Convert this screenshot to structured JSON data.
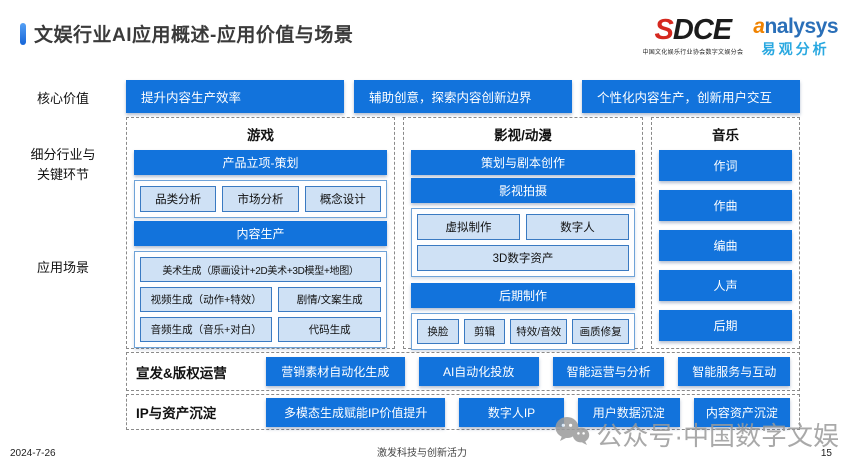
{
  "slide": {
    "title": "文娱行业AI应用概述-应用价值与场景",
    "logos": {
      "sdce": {
        "s": "S",
        "dce": "DCE",
        "subtitle": "中国文化娱乐行业协会数字文娱分会"
      },
      "analysys": {
        "a": "a",
        "rest": "nalysys",
        "subtitle": "易观分析"
      }
    }
  },
  "labels": {
    "core_value": "核心价值",
    "industry_line1": "细分行业与",
    "industry_line2": "关键环节",
    "scenario": "应用场景"
  },
  "core_row": [
    "提升内容生产效率",
    "辅助创意，探索内容创新边界",
    "个性化内容生产，创新用户交互"
  ],
  "columns": {
    "game": {
      "title": "游戏",
      "bar_planning": "产品立项-策划",
      "planning_items": [
        "品类分析",
        "市场分析",
        "概念设计"
      ],
      "bar_production": "内容生产",
      "production_row1": [
        "美术生成（原画设计+2D美术+3D模型+地图）"
      ],
      "production_row2": [
        "视频生成（动作+特效）",
        "剧情/文案生成"
      ],
      "production_row3": [
        "音频生成（音乐+对白）",
        "代码生成"
      ]
    },
    "film": {
      "title": "影视/动漫",
      "bar_script": "策划与剧本创作",
      "bar_shooting": "影视拍摄",
      "shooting_row1": [
        "虚拟制作",
        "数字人"
      ],
      "shooting_row2": [
        "3D数字资产"
      ],
      "bar_post": "后期制作",
      "post_items": [
        "换脸",
        "剪辑",
        "特效/音效",
        "画质修复"
      ]
    },
    "music": {
      "title": "音乐",
      "bars": [
        "作词",
        "作曲",
        "编曲",
        "人声",
        "后期"
      ]
    }
  },
  "bottom": {
    "promo": {
      "label": "宣发&版权运营",
      "items": [
        "营销素材自动化生成",
        "AI自动化投放",
        "智能运营与分析",
        "智能服务与互动"
      ]
    },
    "ip": {
      "label": "IP与资产沉淀",
      "items": [
        "多模态生成赋能IP价值提升",
        "数字人IP",
        "用户数据沉淀",
        "内容资产沉淀"
      ]
    }
  },
  "footer": {
    "date": "2024-7-26",
    "slogan": "激发科技与创新活力",
    "page": "15"
  },
  "watermark": {
    "text": "公众号·中国数字文娱"
  },
  "colors": {
    "primary_blue": "#1273dc",
    "light_chip": "#cfe1f5",
    "chip_border": "#3a7ac2",
    "sdce_red": "#d5281f",
    "analysys_blue": "#2a6fb8",
    "analysys_light_blue": "#29a8e0",
    "analysys_orange": "#f08300",
    "watermark_gray": "#9b9b9b"
  }
}
